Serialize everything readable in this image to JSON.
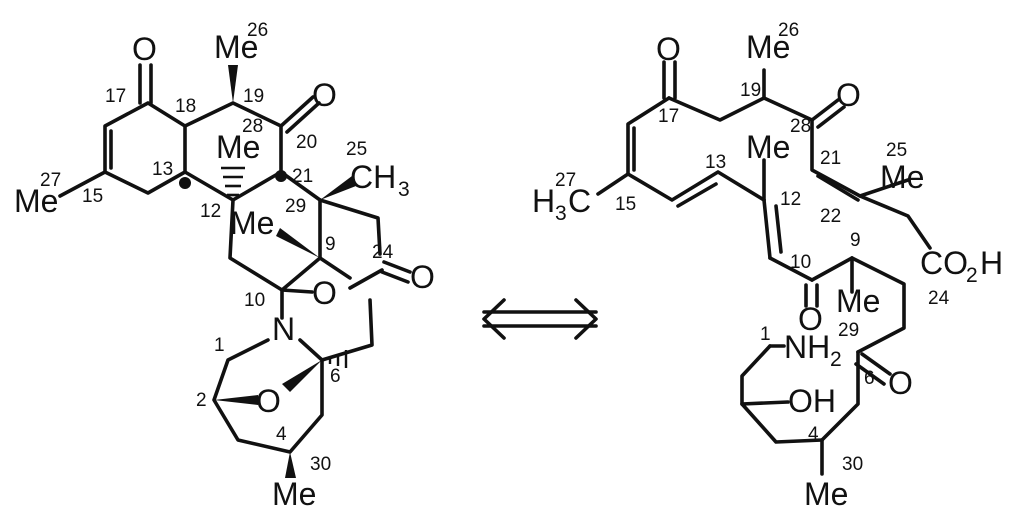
{
  "left": {
    "atoms": {
      "o_c17": "O",
      "me_c19": "Me",
      "o_c20": "O",
      "me_c15": "Me",
      "me_c12": "Me",
      "ch3_c": "CH",
      "ch3_sub": "3",
      "me_c9": "Me",
      "o_lactone": "O",
      "o_c24": "O",
      "n1": "N",
      "o_bridge": "O",
      "me_c4": "Me"
    },
    "locants": {
      "n26": "26",
      "n17": "17",
      "n18": "18",
      "n19": "19",
      "n28": "28",
      "n20": "20",
      "n25": "25",
      "n27": "27",
      "n15": "15",
      "n13": "13",
      "n12": "12",
      "n21": "21",
      "n29": "29",
      "n9": "9",
      "n24": "24",
      "n10": "10",
      "n1": "1",
      "n6": "6",
      "n2": "2",
      "n4": "4",
      "n30": "30"
    }
  },
  "right": {
    "atoms": {
      "o_c17": "O",
      "me_c19": "Me",
      "o_c20": "O",
      "h3c_h": "H",
      "h3c_sub": "3",
      "h3c_c": "C",
      "me_c12": "Me",
      "me_c22": "Me",
      "co2h_co": "CO",
      "co2h_sub": "2",
      "co2h_h": "H",
      "o_c10": "O",
      "me_c9": "Me",
      "nh2_nh": "NH",
      "nh2_sub": "2",
      "oh": "OH",
      "o_c6": "O",
      "me_c4": "Me"
    },
    "locants": {
      "n26": "26",
      "n19": "19",
      "n17": "17",
      "n28": "28",
      "n21": "21",
      "n25": "25",
      "n13": "13",
      "n27": "27",
      "n15": "15",
      "n12": "12",
      "n22": "22",
      "n9": "9",
      "n10": "10",
      "n24": "24",
      "n29": "29",
      "n1": "1",
      "n6": "6",
      "n4": "4",
      "n30": "30"
    }
  },
  "arrow": {
    "type": "retrosynthetic",
    "direction": "double-headed"
  }
}
